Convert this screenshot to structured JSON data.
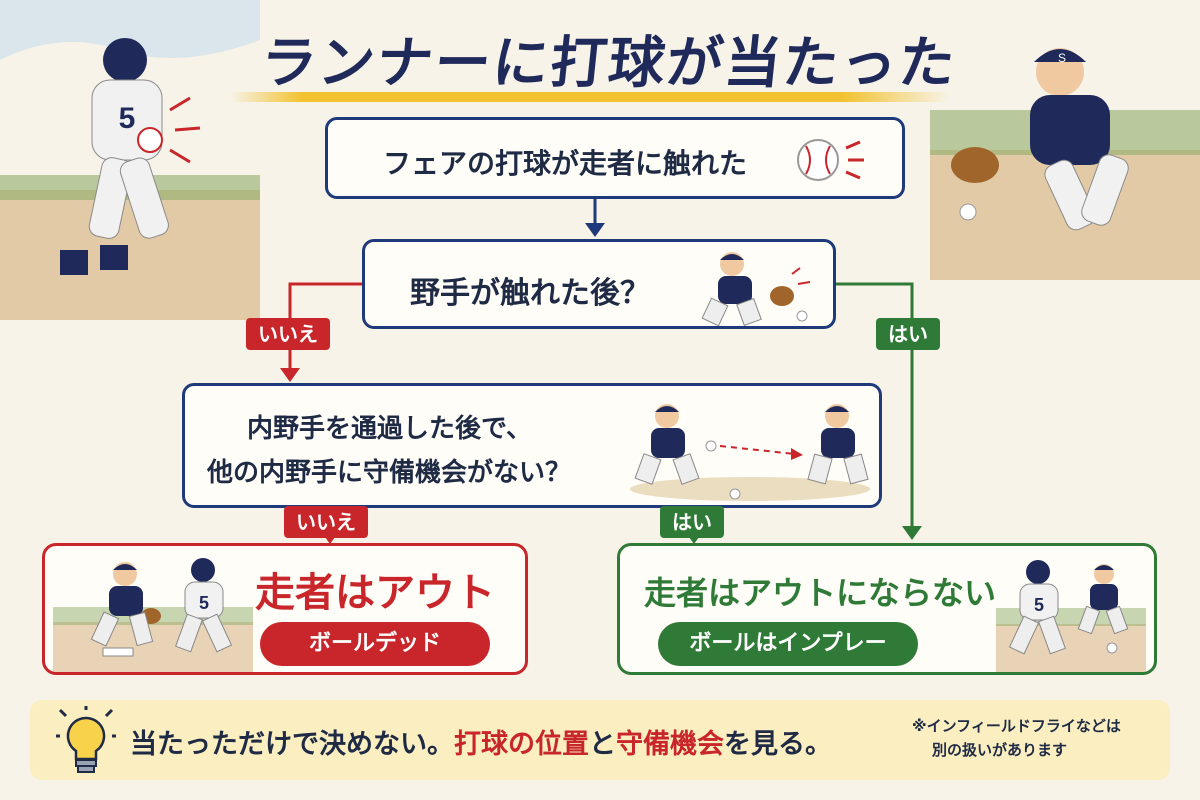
{
  "title": "ランナーに打球が当たったら？",
  "flow": {
    "step1": "フェアの打球が走者に触れた",
    "step2": "野手が触れた後？",
    "step3_line1": "内野手を通過した後で、",
    "step3_line2": "他の内野手に守備機会がない？",
    "no_label_1": "いいえ",
    "yes_label_1": "はい",
    "no_label_2": "いいえ",
    "yes_label_2": "はい"
  },
  "results": {
    "out_title": "走者はアウト",
    "out_sub": "ボールデッド",
    "safe_title": "走者はアウトにならない",
    "safe_sub": "ボールはインプレー"
  },
  "tip": {
    "part1": "当たっただけで決めない。",
    "part2": "打球の位置",
    "part3": "と",
    "part4": "守備機会",
    "part5": "を見る。",
    "note_line1": "※インフィールドフライなどは",
    "note_line2": "別の扱いがあります"
  },
  "player": {
    "runner_number": "5",
    "cap_letter": "S"
  },
  "colors": {
    "navy": "#1f3a7a",
    "red": "#c8262a",
    "green": "#2f7a36",
    "yellow": "#f2c230"
  }
}
